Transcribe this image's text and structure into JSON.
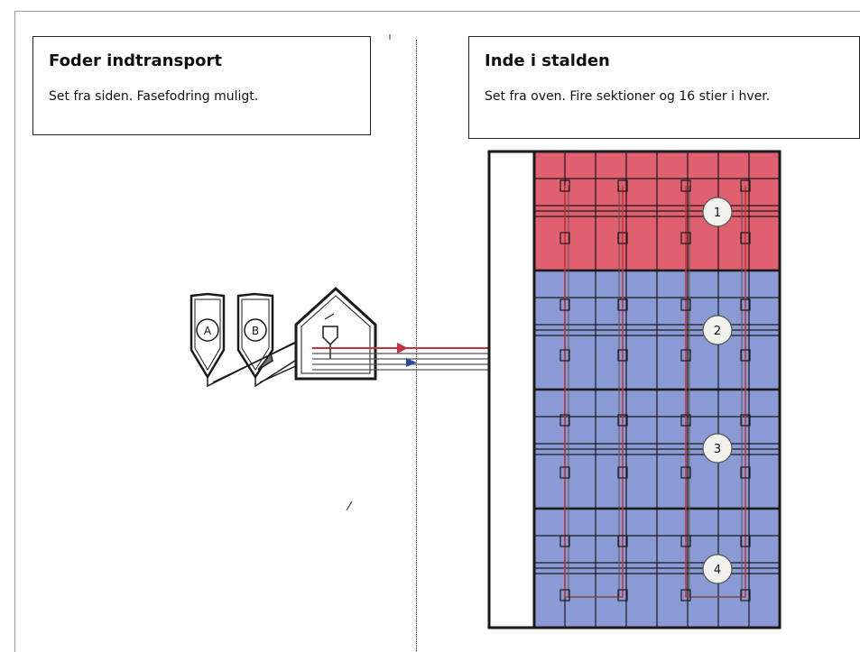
{
  "left_panel": {
    "title": "Foder indtransport",
    "subtitle": "Set fra siden. Fasefodring muligt."
  },
  "right_panel": {
    "title": "Inde i stalden",
    "subtitle": "Set fra oven. Fire sektioner og 16 stier i hver."
  },
  "silos": [
    {
      "label": "A"
    },
    {
      "label": "B"
    }
  ],
  "sections": [
    {
      "label": "1",
      "color": "#e06070"
    },
    {
      "label": "2",
      "color": "#8a9ad4"
    },
    {
      "label": "3",
      "color": "#8a9ad4"
    },
    {
      "label": "4",
      "color": "#8a9ad4"
    }
  ],
  "colors": {
    "feed_line_red": "#c8323c",
    "feed_line_blue": "#2a4a9a",
    "pipe_gray": "#555555",
    "outline": "#1a1a1a"
  }
}
